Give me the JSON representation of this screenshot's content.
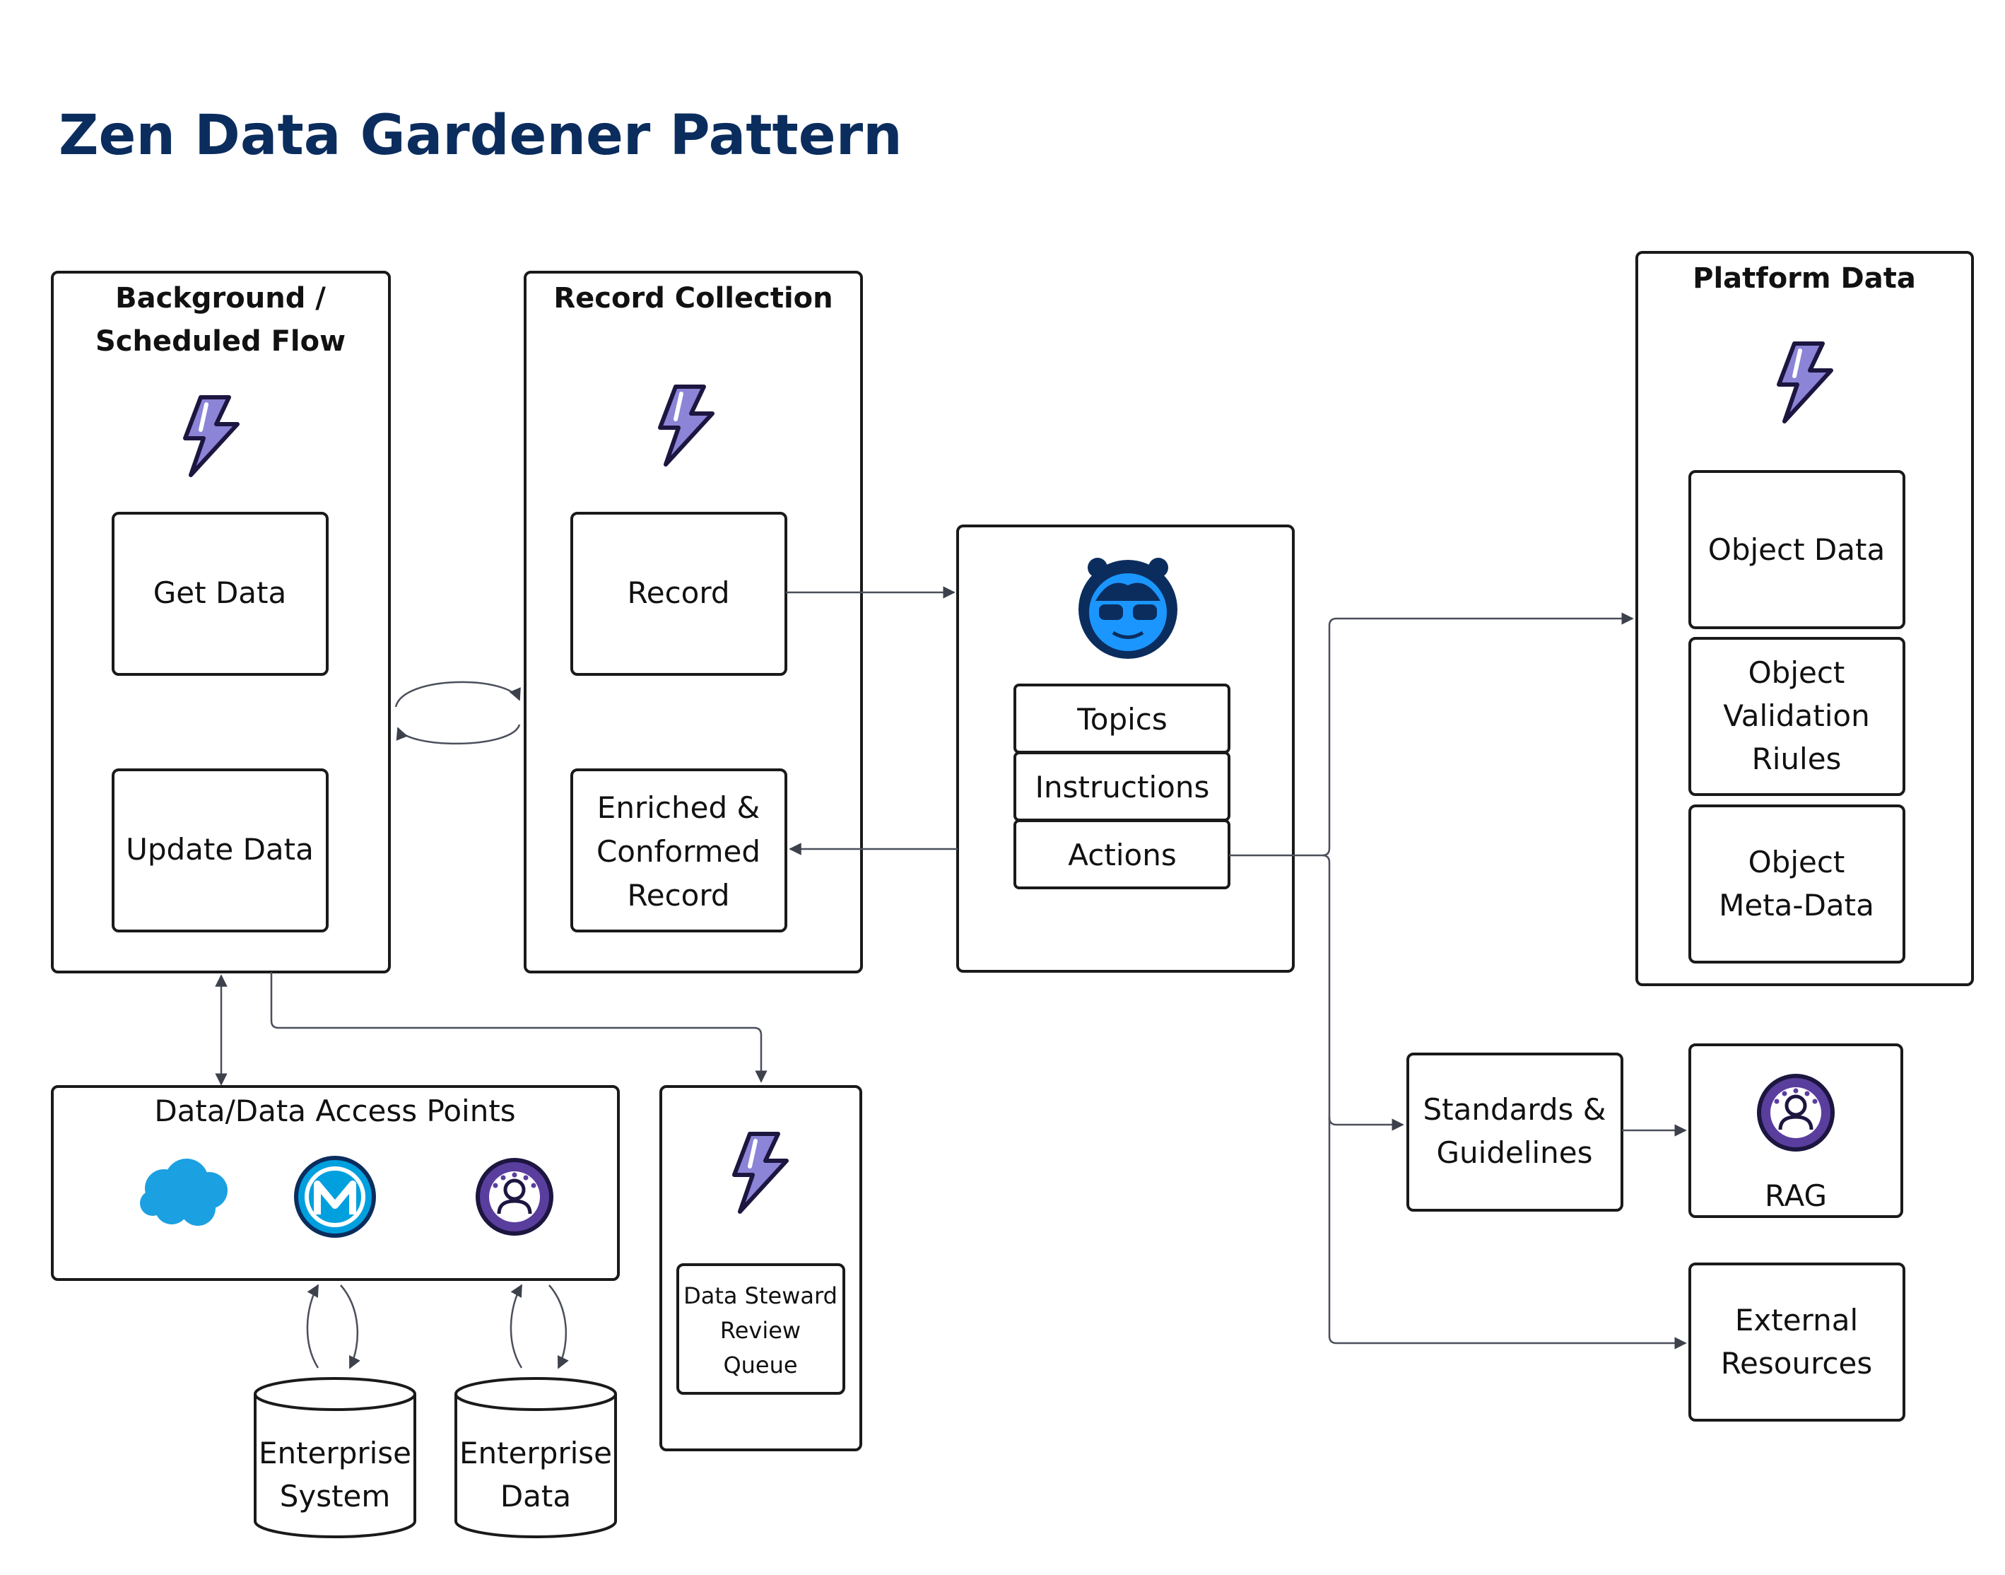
{
  "title": "Zen Data Gardener Pattern",
  "background_flow": {
    "header_line1": "Background /",
    "header_line2": "Scheduled Flow",
    "get_data": "Get Data",
    "update_data": "Update Data"
  },
  "record_collection": {
    "header": "Record Collection",
    "record": "Record",
    "enriched_line1": "Enriched &",
    "enriched_line2": "Conformed",
    "enriched_line3": "Record"
  },
  "agent": {
    "topics": "Topics",
    "instructions": "Instructions",
    "actions": "Actions"
  },
  "platform_data": {
    "header": "Platform Data",
    "object_data": "Object Data",
    "validation_line1": "Object",
    "validation_line2": "Validation",
    "validation_line3": "Riules",
    "meta_line1": "Object",
    "meta_line2": "Meta-Data"
  },
  "standards": {
    "line1": "Standards &",
    "line2": "Guidelines"
  },
  "rag": {
    "label": "RAG"
  },
  "external": {
    "line1": "External",
    "line2": "Resources"
  },
  "access_points": {
    "header": "Data/Data Access Points"
  },
  "steward": {
    "line1": "Data Steward",
    "line2": "Review",
    "line3": "Queue"
  },
  "enterprise_system": {
    "line1": "Enterprise",
    "line2": "System"
  },
  "enterprise_data": {
    "line1": "Enterprise",
    "line2": "Data"
  },
  "colors": {
    "title": "#0b2d5e",
    "flow_icon": "#8b84d7",
    "agent_icon": "#0b5cab",
    "salesforce": "#1ba0e1",
    "mulesoft": "#00a0df",
    "data_cloud": "#5a3e9e"
  },
  "icons": [
    "flow-lightning-icon",
    "agent-mascot-icon",
    "salesforce-cloud-icon",
    "mulesoft-icon",
    "data-cloud-icon"
  ]
}
